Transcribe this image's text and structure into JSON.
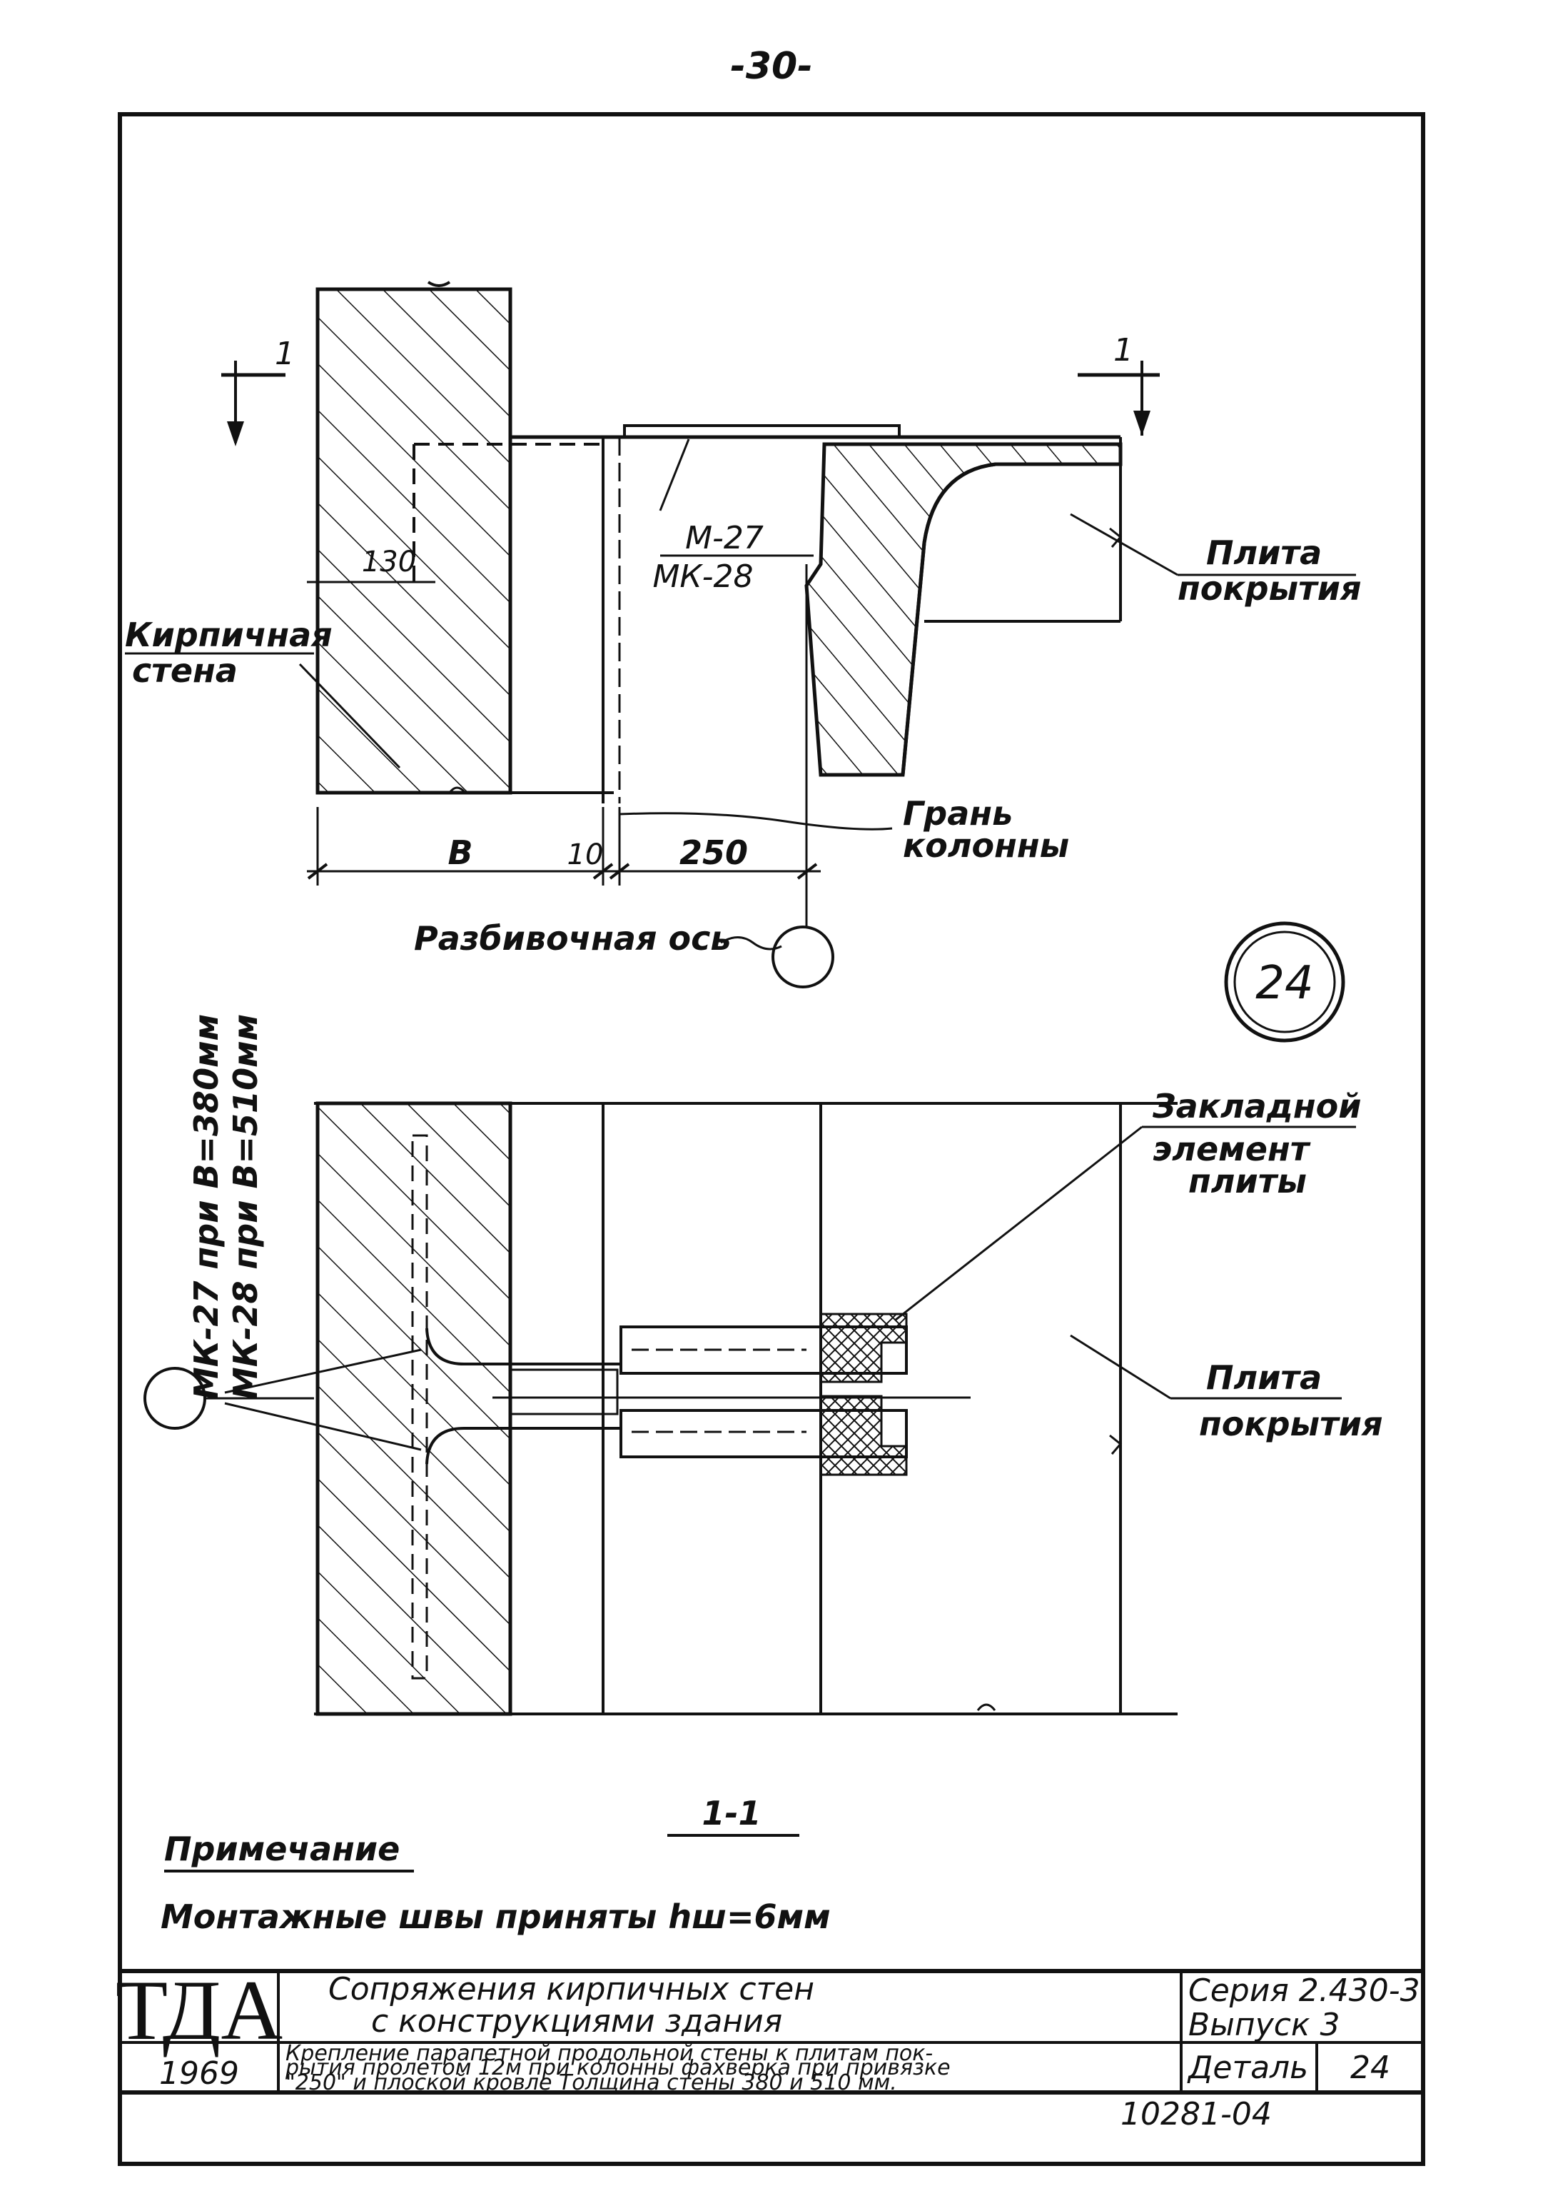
{
  "page_number": "-30-",
  "detail_number": "24",
  "section_label": "1-1",
  "upper_view": {
    "section_mark_left": "1",
    "section_mark_right": "1",
    "dim_130": "130",
    "marks_top": "М-27",
    "marks_bottom": "МК-28",
    "label_brick_wall_line1": "Кирпичная",
    "label_brick_wall_line2": "стена",
    "label_slab_line1": "Плита",
    "label_slab_line2": "покрытия",
    "label_column_face_line1": "Грань",
    "label_column_face_line2": "колонны",
    "dim_b": "В",
    "dim_10": "10",
    "dim_250": "250",
    "label_axis": "Разбивочная ось"
  },
  "lower_view": {
    "side_label_line1": "МК-27 при В=380мм",
    "side_label_line2": "МК-28 при В=510мм",
    "label_embedded_line1": "Закладной",
    "label_embedded_line2": "элемент",
    "label_embedded_line3": "плиты",
    "label_slab_line1": "Плита",
    "label_slab_line2": "покрытия"
  },
  "note": {
    "heading": "Примечание",
    "text": "Монтажные швы приняты hш=6мм"
  },
  "title_block": {
    "logo": "ТДА",
    "year": "1969",
    "title_line1": "Сопряжения кирпичных стен",
    "title_line2": "с конструкциями здания",
    "desc_line1": "Крепление парапетной продольной стены к плитам пок-",
    "desc_line2": "рытия пролетом 12м при колонны фахверка при привязке",
    "desc_line3": "\"250\" и плоской кровле Толщина стены 380 и 510 мм.",
    "series": "Серия 2.430-3",
    "issue": "Выпуск 3",
    "detail_label": "Деталь",
    "detail_value": "24",
    "doc_code": "10281-04"
  }
}
